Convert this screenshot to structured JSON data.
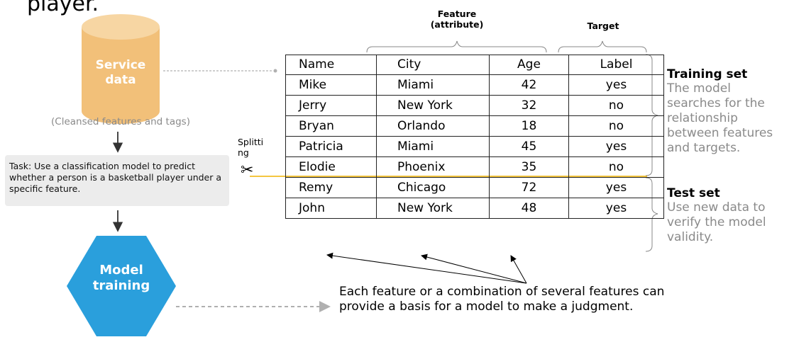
{
  "heading_fragment": "player.",
  "service_data": {
    "label_line1": "Service",
    "label_line2": "data",
    "caption": "(Cleansed features and tags)"
  },
  "task": {
    "text": "Task: Use a classification model to predict whether a person is a basketball player under a specific feature."
  },
  "model": {
    "line1": "Model",
    "line2": "training"
  },
  "brace_labels": {
    "feature_line1": "Feature",
    "feature_line2": "(attribute)",
    "target": "Target"
  },
  "table": {
    "headers": [
      "Name",
      "City",
      "Age",
      "Label"
    ],
    "rows": [
      [
        "Mike",
        "Miami",
        "42",
        "yes"
      ],
      [
        "Jerry",
        "New York",
        "32",
        "no"
      ],
      [
        "Bryan",
        "Orlando",
        "18",
        "no"
      ],
      [
        "Patricia",
        "Miami",
        "45",
        "yes"
      ],
      [
        "Elodie",
        "Phoenix",
        "35",
        "no"
      ],
      [
        "Remy",
        "Chicago",
        "72",
        "yes"
      ],
      [
        "John",
        "New York",
        "48",
        "yes"
      ]
    ]
  },
  "splitting": {
    "label": "Splitting",
    "icon": "scissors-icon"
  },
  "training_set": {
    "title": "Training set",
    "description": [
      "The model",
      "searches for the",
      "relationship",
      "between features",
      "and targets."
    ]
  },
  "test_set": {
    "title": "Test set",
    "description": [
      "Use new data to",
      "verify the model",
      "validity."
    ]
  },
  "note": {
    "text": "Each feature or a combination of several features can provide a basis for a model to make a judgment."
  },
  "colors": {
    "cylinder": "#f2c079",
    "hexagon": "#2a9fdc",
    "split_line": "#f0b400",
    "task_bg": "#ececec",
    "muted_text": "#8a8a8a",
    "connector": "#b0b0b0"
  }
}
